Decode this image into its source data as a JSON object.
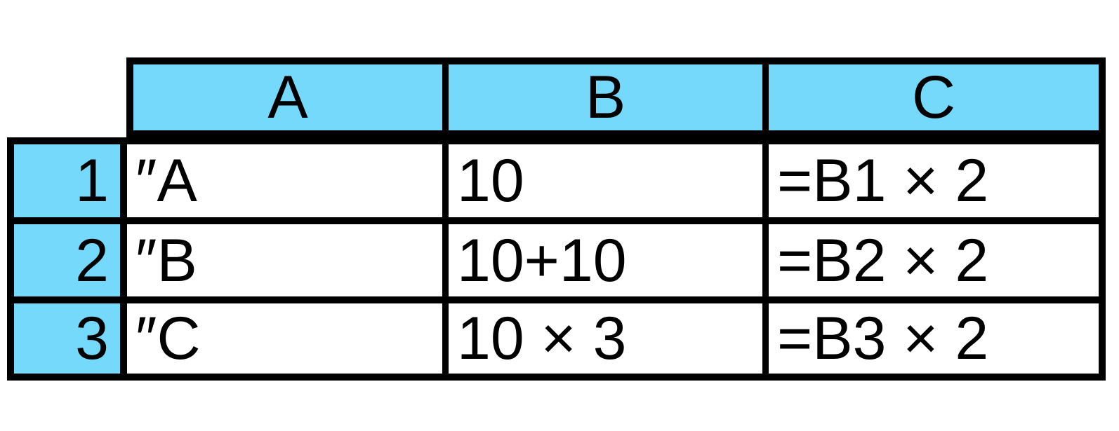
{
  "sheet": {
    "corner_label": "",
    "column_headers": [
      "A",
      "B",
      "C"
    ],
    "row_headers": [
      "1",
      "2",
      "3"
    ],
    "rows": [
      {
        "row_header": "1",
        "A": "″A",
        "B": "10",
        "C": "=B1 × 2"
      },
      {
        "row_header": "2",
        "A": "″B",
        "B": "10+10",
        "C": "=B2 × 2"
      },
      {
        "row_header": "3",
        "A": "″C",
        "B": "10 × 3",
        "C": "=B3 × 2"
      }
    ],
    "colors": {
      "header_fill": "#75d9fb",
      "cell_fill": "#ffffff",
      "grid": "#000000",
      "text": "#000000",
      "background": "#ffffff"
    }
  }
}
